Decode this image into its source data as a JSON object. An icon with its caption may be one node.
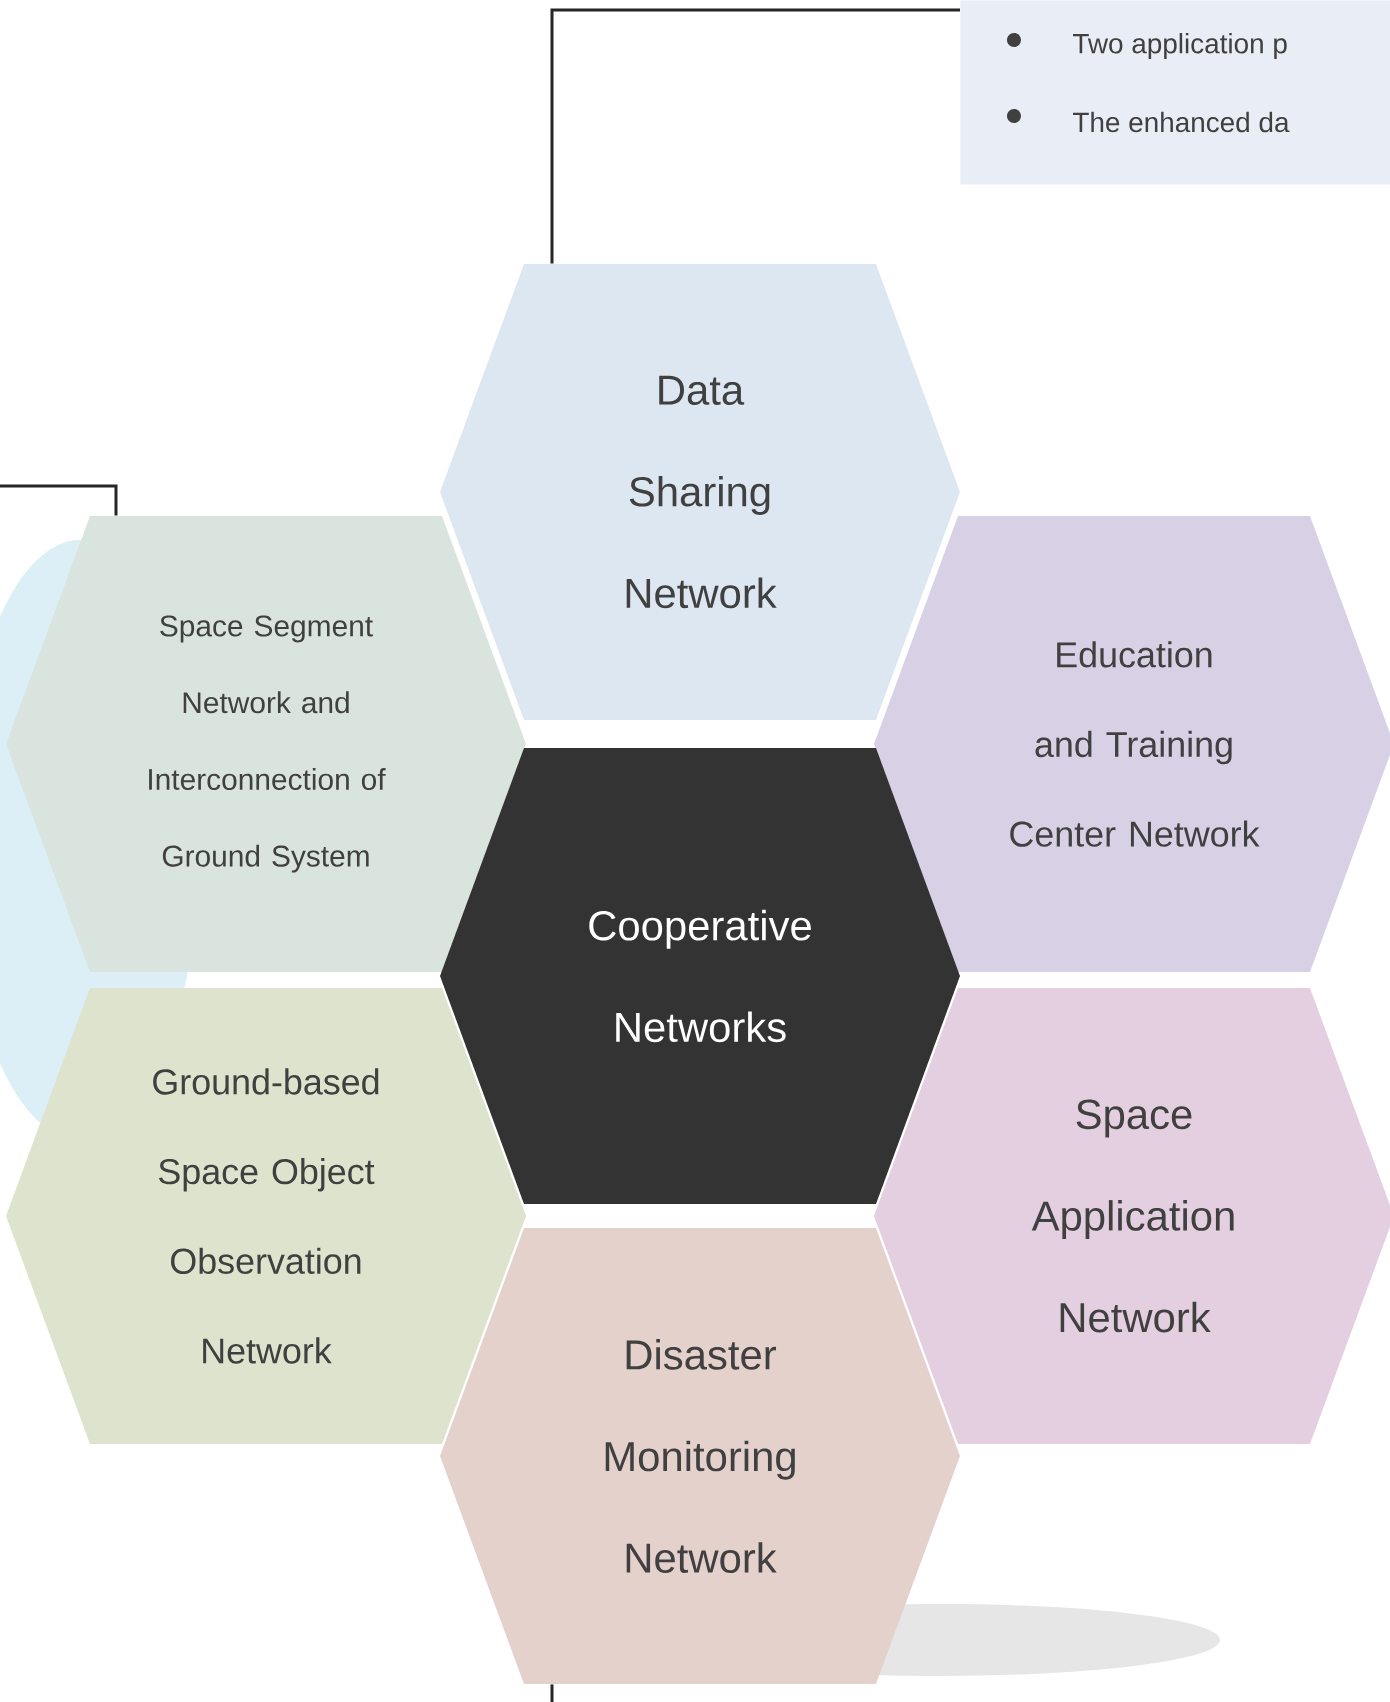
{
  "diagram": {
    "nodes": [
      {
        "text": [
          "Two application p",
          "The enhanced da"
        ]
      },
      {
        "text": [
          "Data Sharing Network"
        ]
      },
      {
        "text": [
          "Space Segment Network and Interconnection of Ground System"
        ]
      },
      {
        "text": [
          "Education and Training Center Network"
        ]
      },
      {
        "text": [
          "Cooperative Networks"
        ]
      },
      {
        "text": [
          "Ground-based Space Object Observation Network"
        ]
      },
      {
        "text": [
          "Space Application Network"
        ]
      },
      {
        "text": [
          "Disaster Monitoring Network"
        ]
      }
    ],
    "edges": [
      {
        "from": 0,
        "to": 1,
        "arrow": "none"
      },
      {
        "from": null,
        "to": 2,
        "arrow": "none"
      },
      {
        "from": 7,
        "to": null,
        "arrow": "none"
      }
    ]
  }
}
